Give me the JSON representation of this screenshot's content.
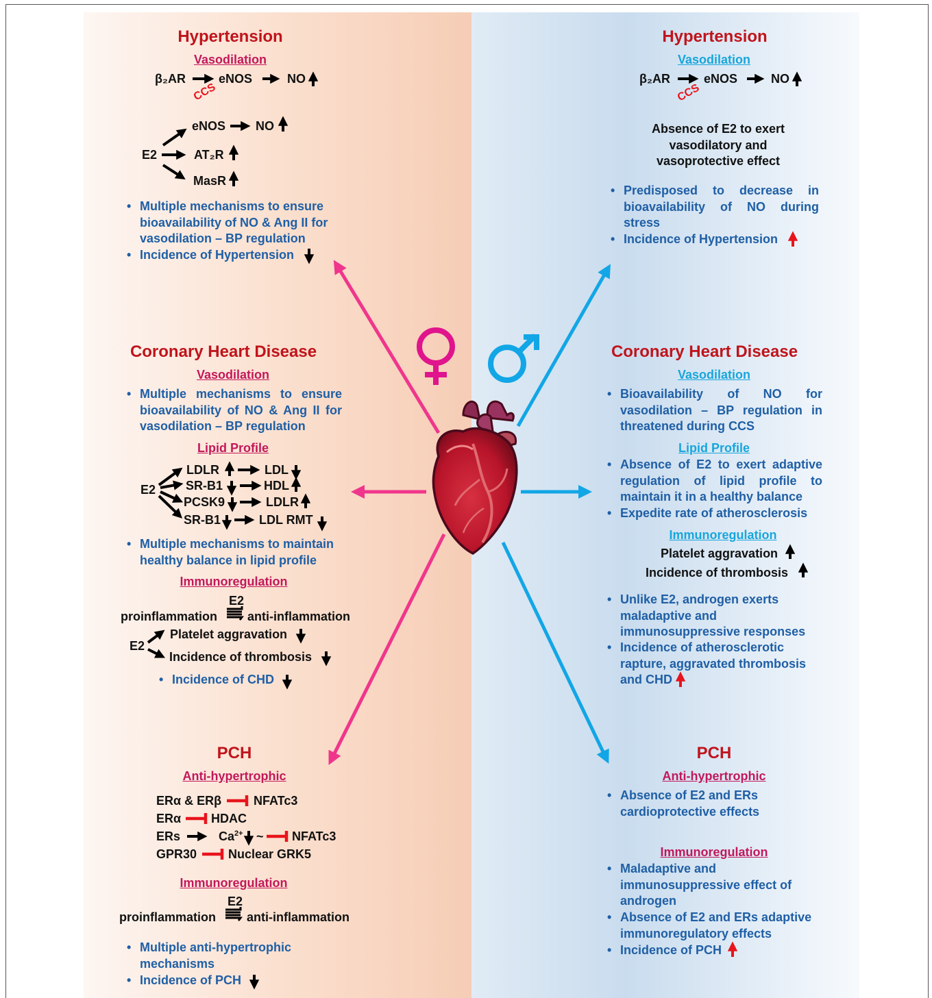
{
  "female": {
    "hypertension": {
      "title": "Hypertension",
      "sub": "Vasodilation",
      "b2ar": "β₂AR",
      "enos": "eNOS",
      "no": "NO",
      "ccs": "CCS",
      "e2": "E2",
      "at2r": "AT₂R",
      "masr": "MasR",
      "b1": "Multiple mechanisms to ensure bioavailability of NO & Ang II for vasodilation – BP regulation",
      "b2": "Incidence of Hypertension"
    },
    "chd": {
      "title": "Coronary Heart Disease",
      "sub_vaso": "Vasodilation",
      "b_vaso": "Multiple mechanisms to ensure bioavailability of NO & Ang II for vasodilation – BP regulation",
      "sub_lipid": "Lipid Profile",
      "e2": "E2",
      "lipid_rows": [
        {
          "a": "LDLR",
          "b": "LDL"
        },
        {
          "a": "SR-B1",
          "b": "HDL"
        },
        {
          "a": "PCSK9",
          "b": "LDLR"
        },
        {
          "a": "SR-B1",
          "b": "LDL RMT"
        }
      ],
      "b_lipid": "Multiple mechanisms to maintain healthy balance in lipid profile",
      "sub_immuno": "Immunoregulation",
      "pro": "proinflammation",
      "anti": "anti-inflammation",
      "platelet": "Platelet aggravation",
      "thrombosis": "Incidence of thrombosis",
      "b_chd": "Incidence of CHD"
    },
    "pch": {
      "title": "PCH",
      "sub_anti": "Anti-hypertrophic",
      "r1a": "ERα & ERβ",
      "r1b": "NFATc3",
      "r2a": "ERα",
      "r2b": "HDAC",
      "r3a": "ERs",
      "r3b": "Ca",
      "r3sup": "2+",
      "r3tilde": "~",
      "r3c": "NFATc3",
      "r4a": "GPR30",
      "r4b": "Nuclear GRK5",
      "sub_immuno": "Immunoregulation",
      "e2": "E2",
      "pro": "proinflammation",
      "anti": "anti-inflammation",
      "b1": "Multiple anti-hypertrophic mechanisms",
      "b2": "Incidence of PCH"
    }
  },
  "male": {
    "hypertension": {
      "title": "Hypertension",
      "sub": "Vasodilation",
      "b2ar": "β₂AR",
      "enos": "eNOS",
      "no": "NO",
      "ccs": "CCS",
      "absence": "Absence of E2 to exert vasodilatory and vasoprotective effect",
      "b1": "Predisposed to decrease in bioavailability of NO during stress",
      "b2": "Incidence of Hypertension"
    },
    "chd": {
      "title": "Coronary Heart Disease",
      "sub_vaso": "Vasodilation",
      "b_vaso": "Bioavailability of NO for vasodilation – BP regulation in threatened during CCS",
      "sub_lipid": "Lipid Profile",
      "b_lipid1": "Absence of E2 to exert adaptive regulation of lipid profile to maintain it in a healthy balance",
      "b_lipid2": "Expedite rate of atherosclerosis",
      "sub_immuno": "Immunoregulation",
      "platelet": "Platelet aggravation",
      "thrombosis": "Incidence of thrombosis",
      "b_im1": "Unlike E2, androgen exerts maladaptive and immunosuppressive responses",
      "b_im2": "Incidence of atherosclerotic rapture, aggravated thrombosis and CHD"
    },
    "pch": {
      "title": "PCH",
      "sub_anti": "Anti-hypertrophic",
      "b_anti": "Absence of E2 and ERs cardioprotective effects",
      "sub_immuno": "Immunoregulation",
      "b_im1": "Maladaptive and immunosuppressive effect of androgen",
      "b_im2": "Absence of E2 and ERs adaptive immunoregulatory effects",
      "b_im3": "Incidence of PCH"
    }
  },
  "colors": {
    "female": "#f0368c",
    "male": "#12a6e6",
    "title": "#c0141c",
    "bullet": "#1f5fa5",
    "inhibit": "#e8141c"
  },
  "icons": [
    "female-symbol-icon",
    "male-symbol-icon",
    "heart-icon"
  ]
}
